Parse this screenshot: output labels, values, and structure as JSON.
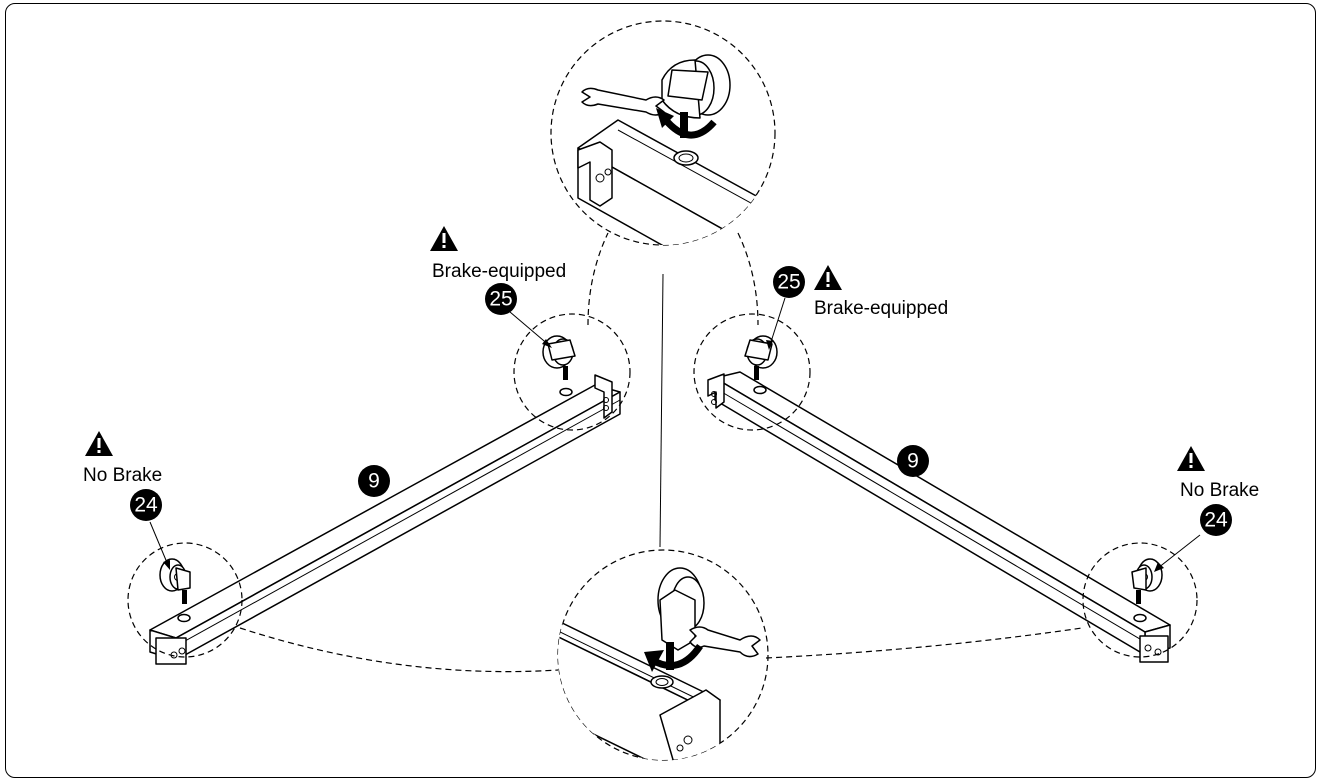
{
  "labels": {
    "brake_left": "Brake-equipped",
    "brake_right": "Brake-equipped",
    "nobrake_left": "No Brake",
    "nobrake_right": "No Brake"
  },
  "callouts": {
    "caster_brake": "25",
    "caster_nobrake": "24",
    "beam": "9"
  },
  "colors": {
    "ink": "#000000",
    "paper": "#ffffff"
  },
  "icons": [
    "warning-icon",
    "wrench-icon",
    "rotation-arrow-icon"
  ]
}
